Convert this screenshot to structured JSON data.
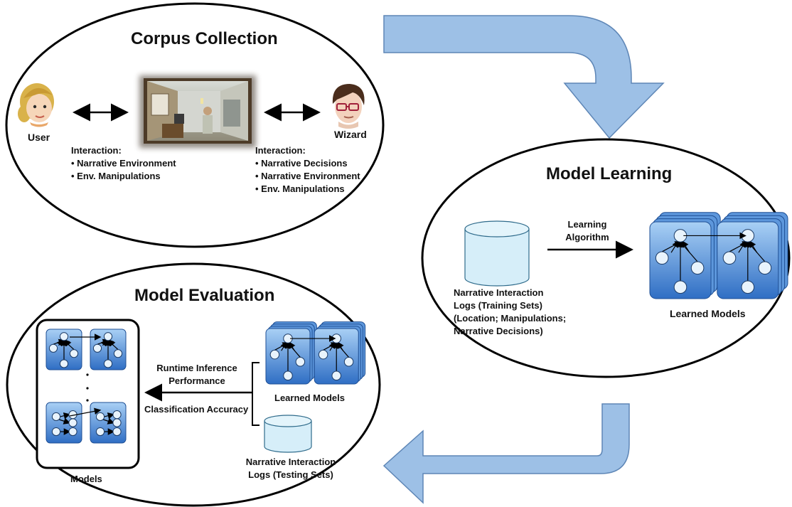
{
  "corpus": {
    "title": "Corpus Collection",
    "user_label": "User",
    "wizard_label": "Wizard",
    "user_interaction_heading": "Interaction:",
    "user_interaction_items": [
      "• Narrative Environment",
      "• Env. Manipulations"
    ],
    "wizard_interaction_heading": "Interaction:",
    "wizard_interaction_items": [
      "• Narrative Decisions",
      "• Narrative Environment",
      "• Env. Manipulations"
    ]
  },
  "learning": {
    "title": "Model Learning",
    "algorithm_label_1": "Learning",
    "algorithm_label_2": "Algorithm",
    "logs_lines": [
      "Narrative Interaction",
      "Logs (Training Sets)",
      "(Location; Manipulations;",
      "Narrative Decisions)"
    ],
    "models_label": "Learned Models"
  },
  "evaluation": {
    "title": "Model Evaluation",
    "runtime_1": "Runtime Inference",
    "runtime_2": "Performance",
    "accuracy": "Classification Accuracy",
    "learned_models_label": "Learned Models",
    "models_label": "Models",
    "testing_logs_1": "Narrative Interaction",
    "testing_logs_2": "Logs (Testing Sets)"
  },
  "colors": {
    "flow_arrow_fill": "#9dc0e6",
    "flow_arrow_stroke": "#5e86b6",
    "model_card_top": "#9ac7f2",
    "model_card_bottom": "#2e6cc2",
    "database_fill": "#d6eef9",
    "node_fill": "#e8f3fc"
  }
}
